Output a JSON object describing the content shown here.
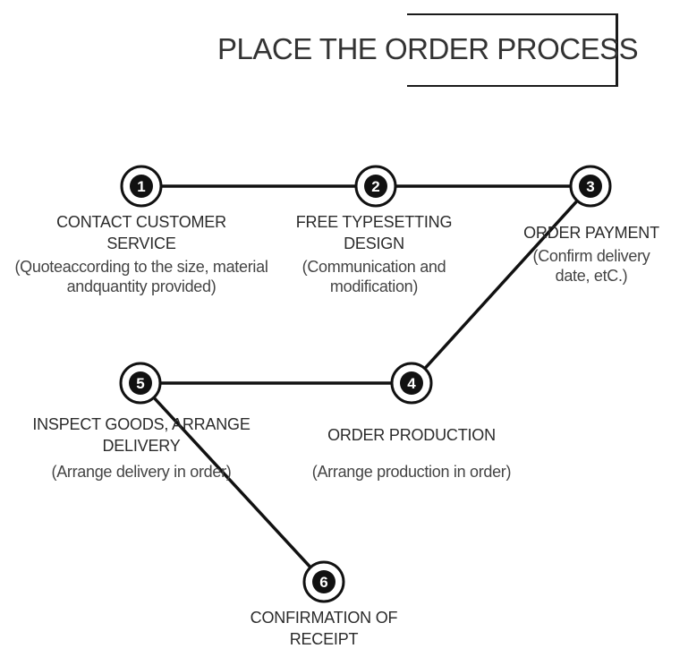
{
  "header": {
    "title": "PLACE THE ORDER PROCESS"
  },
  "steps": [
    {
      "number": "1",
      "name": "CONTACT CUSTOMER SERVICE",
      "note": "(Quoteaccording to the size, material andquantity provided)"
    },
    {
      "number": "2",
      "name": "FREE TYPESETTING DESIGN",
      "note": "(Communication and modification)"
    },
    {
      "number": "3",
      "name": "ORDER PAYMENT",
      "note": "(Confirm delivery date, etC.)"
    },
    {
      "number": "4",
      "name": "ORDER PRODUCTION",
      "note": "(Arrange production in order)"
    },
    {
      "number": "5",
      "name": "INSPECT GOODS, ARRANGE DELIVERY",
      "note": "(Arrange delivery in order)"
    },
    {
      "number": "6",
      "name": "CONFIRMATION OF RECEIPT",
      "note": ""
    }
  ],
  "colors": {
    "line": "#111111",
    "text": "#2b2b2b",
    "background": "#ffffff"
  }
}
